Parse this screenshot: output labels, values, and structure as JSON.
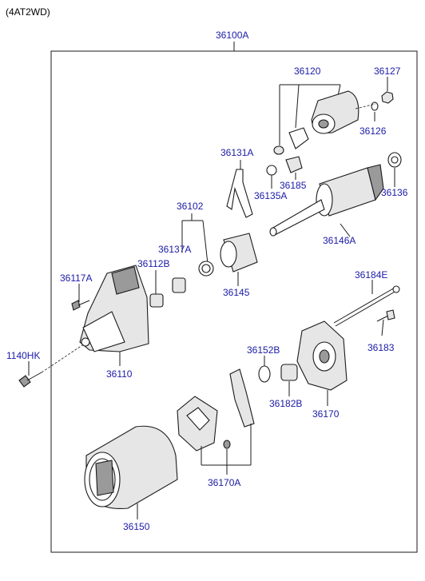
{
  "header": {
    "variant": "(4AT2WD)"
  },
  "assembly_label": "36100A",
  "labels": {
    "p36120": "36120",
    "p36127": "36127",
    "p36126": "36126",
    "p36131A": "36131A",
    "p36185": "36185",
    "p36135A": "36135A",
    "p36136": "36136",
    "p36102": "36102",
    "p36146A": "36146A",
    "p36137A": "36137A",
    "p36112B": "36112B",
    "p36117A": "36117A",
    "p36145": "36145",
    "p36184E": "36184E",
    "p1140HK": "1140HK",
    "p36110": "36110",
    "p36183": "36183",
    "p36152B": "36152B",
    "p36182B": "36182B",
    "p36170": "36170",
    "p36170A": "36170A",
    "p36150": "36150"
  },
  "colors": {
    "label": "#1a1aa6",
    "line": "#1a1a1a",
    "header": "#000000"
  }
}
